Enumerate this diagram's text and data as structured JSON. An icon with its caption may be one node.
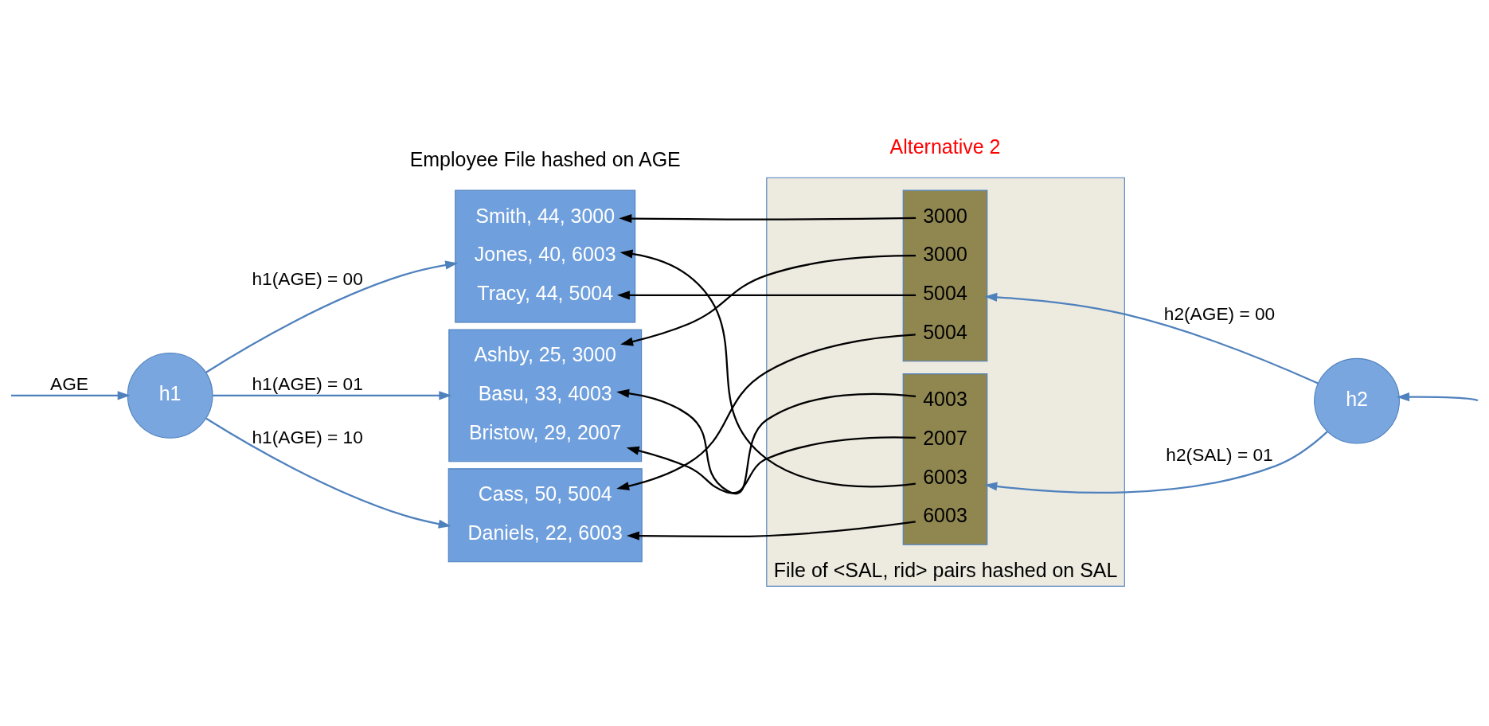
{
  "diagram": {
    "nodes": [
      {
        "text": [
          "h1"
        ]
      },
      {
        "text": [],
        "shape": "box"
      },
      {
        "text": [
          "Smith, 44, 3000"
        ],
        "in": 1
      },
      {
        "text": [
          "Jones, 40, 6003"
        ],
        "in": 1
      },
      {
        "text": [
          "Tracy, 44, 5004"
        ],
        "in": 1
      },
      {
        "text": [],
        "shape": "box"
      },
      {
        "text": [
          "Ashby, 25, 3000"
        ],
        "in": 5
      },
      {
        "text": [
          "Basu, 33, 4003"
        ],
        "in": 5
      },
      {
        "text": [
          "Bristow, 29, 2007"
        ],
        "in": 5
      },
      {
        "text": [],
        "shape": "box"
      },
      {
        "text": [
          "Cass, 50, 5004"
        ],
        "in": 9
      },
      {
        "text": [
          "Daniels, 22, 6003"
        ],
        "in": 9
      },
      {
        "text": [],
        "shape": "box",
        "beside": [
          "File of <SAL, rid> pairs hashed on SAL"
        ]
      },
      {
        "text": [],
        "shape": "box",
        "in": 12
      },
      {
        "text": [
          "3000"
        ],
        "in": 13
      },
      {
        "text": [
          "3000"
        ],
        "in": 13
      },
      {
        "text": [
          "5004"
        ],
        "in": 13
      },
      {
        "text": [
          "5004"
        ],
        "in": 13
      },
      {
        "text": [],
        "shape": "box",
        "in": 12
      },
      {
        "text": [
          "4003"
        ],
        "in": 18
      },
      {
        "text": [
          "2007"
        ],
        "in": 18
      },
      {
        "text": [
          "6003"
        ],
        "in": 18
      },
      {
        "text": [
          "6003"
        ],
        "in": 18
      },
      {
        "text": [
          "h2"
        ]
      }
    ],
    "edges": [
      {
        "from": null,
        "to": 0,
        "arrow": "to",
        "label": "AGE",
        "color": "#4f81bd"
      },
      {
        "from": 0,
        "to": 1,
        "arrow": "to",
        "label": "h1(AGE) = 00",
        "color": "#4f81bd"
      },
      {
        "from": 0,
        "to": 5,
        "arrow": "to",
        "label": "h1(AGE) = 01",
        "color": "#4f81bd"
      },
      {
        "from": 0,
        "to": 9,
        "arrow": "to",
        "label": "h1(AGE) = 10",
        "color": "#4f81bd"
      },
      {
        "from": 14,
        "to": 2,
        "arrow": "to"
      },
      {
        "from": 15,
        "to": 6,
        "arrow": "to"
      },
      {
        "from": 16,
        "to": 4,
        "arrow": "to"
      },
      {
        "from": 17,
        "to": 10,
        "arrow": "to"
      },
      {
        "from": 19,
        "to": 7,
        "arrow": "to"
      },
      {
        "from": 20,
        "to": 8,
        "arrow": "to"
      },
      {
        "from": 21,
        "to": 3,
        "arrow": "to"
      },
      {
        "from": 22,
        "to": 11,
        "arrow": "to"
      },
      {
        "from": 23,
        "to": 13,
        "arrow": "to",
        "label": "h2(AGE) = 00",
        "color": "#4f81bd"
      },
      {
        "from": 23,
        "to": 18,
        "arrow": "to",
        "label": "h2(SAL) = 01",
        "color": "#4f81bd"
      },
      {
        "from": null,
        "to": 23,
        "arrow": "to",
        "color": "#4f81bd"
      }
    ],
    "labels": [
      "Employee File hashed on AGE",
      "Alternative 2"
    ]
  }
}
